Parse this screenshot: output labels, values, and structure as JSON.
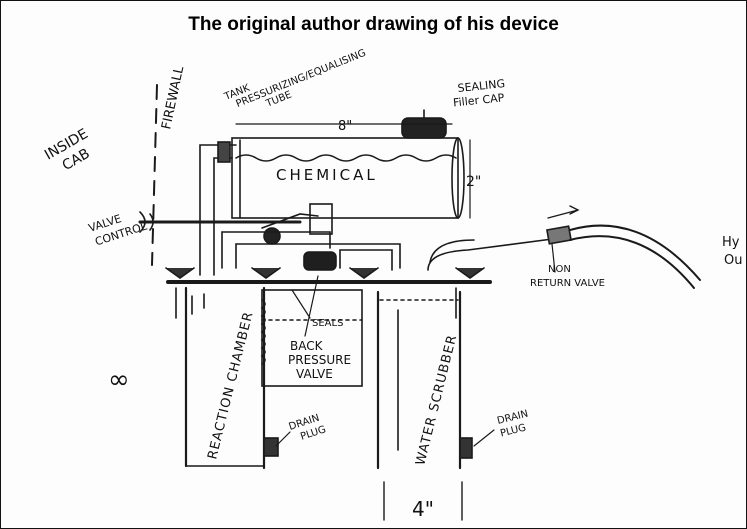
{
  "title": "The original author drawing of his device",
  "labels": {
    "inside_cab": [
      "INSIDE",
      "CAB"
    ],
    "firewall": "FIREWALL",
    "tank_tube": [
      "TANK",
      "PRESSURIZING/EQUALISING",
      "TUBE"
    ],
    "sealing_cap": [
      "SEALING",
      "Filler CAP"
    ],
    "dim_8": "8\"",
    "chemical": "CHEMICAL",
    "dim_2": "2\"",
    "valve_control": [
      "VALVE",
      "CONTROL"
    ],
    "hy_out": [
      "Hy",
      "Ou"
    ],
    "non_return": [
      "NON",
      "RETURN VALVE"
    ],
    "seals": "SEALS",
    "back_pressure": [
      "BACK",
      "PRESSURE",
      "VALVE"
    ],
    "reaction_chamber": "REACTION CHAMBER",
    "water_scrubber": "WATER SCRUBBER",
    "drain_plug_left": [
      "DRAIN",
      "PLUG"
    ],
    "drain_plug_right": [
      "DRAIN",
      "PLUG"
    ],
    "dim_4": "4\"",
    "infinity": "∞"
  }
}
